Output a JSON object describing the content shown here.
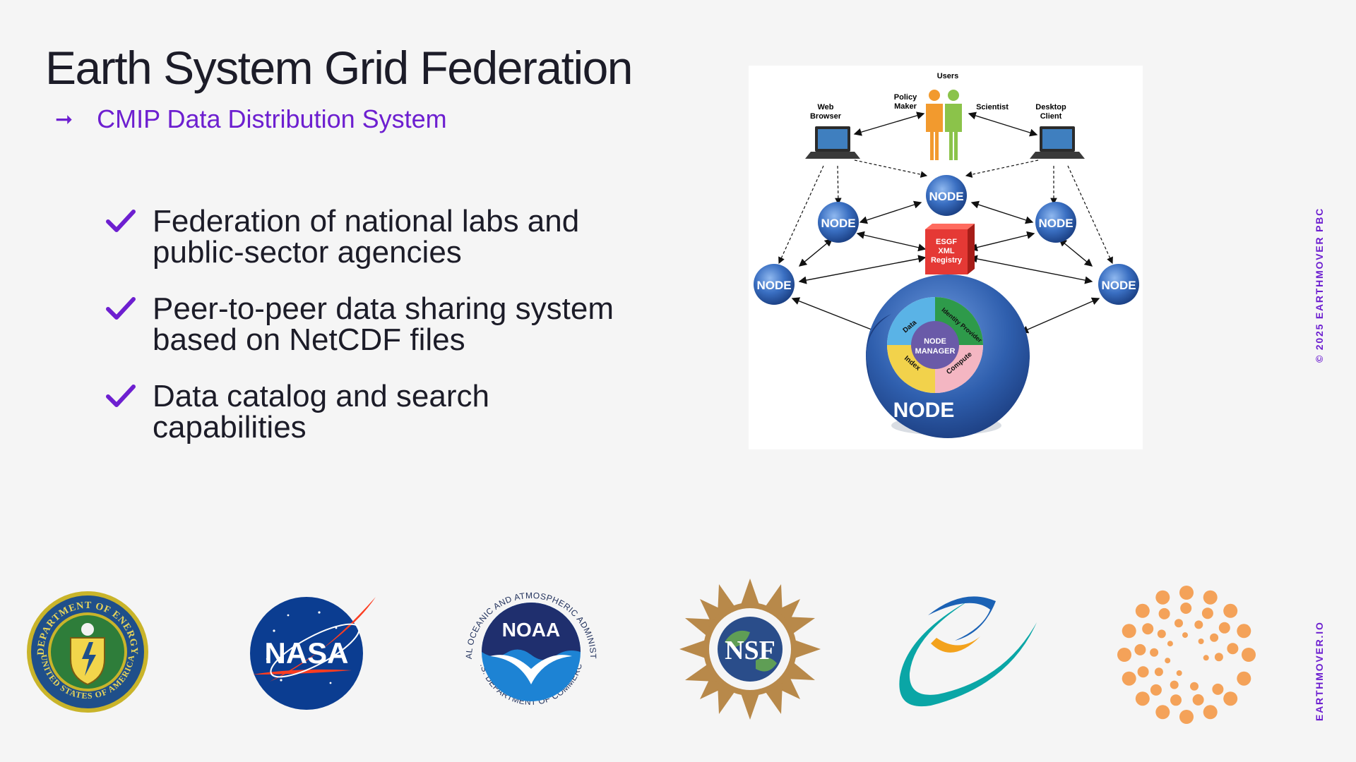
{
  "slide": {
    "title": "Earth System Grid Federation",
    "subtitle": "CMIP Data Distribution System",
    "bullets": [
      {
        "line1": "Federation of national labs and",
        "line2": "public-sector agencies"
      },
      {
        "line1": "Peer-to-peer data sharing system",
        "line2": "based on NetCDF files"
      },
      {
        "line1": "Data catalog and search",
        "line2": "capabilities"
      }
    ],
    "copyright": "© 2025 EARTHMOVER PBC",
    "website": "EARTHMOVER.IO"
  },
  "diagram": {
    "users": "Users",
    "policy_maker_1": "Policy",
    "policy_maker_2": "Maker",
    "scientist": "Scientist",
    "web_browser_1": "Web",
    "web_browser_2": "Browser",
    "desktop_client_1": "Desktop",
    "desktop_client_2": "Client",
    "node": "NODE",
    "registry_1": "ESGF",
    "registry_2": "XML",
    "registry_3": "Registry",
    "node_manager_1": "NODE",
    "node_manager_2": "MANAGER",
    "data": "Data",
    "identity_provider": "Identity Provider",
    "index": "Index",
    "compute": "Compute",
    "big_node": "NODE"
  },
  "logos": {
    "doe_top": "DEPARTMENT OF ENERGY",
    "doe_bottom": "UNITED STATES OF AMERICA",
    "nasa": "NASA",
    "noaa": "NOAA",
    "noaa_ring_top": "NATIONAL OCEANIC AND ATMOSPHERIC ADMINISTRATION",
    "noaa_ring_bottom": "U.S. DEPARTMENT OF COMMERCE",
    "nsf": "NSF"
  },
  "colors": {
    "accent": "#6d1fd0",
    "text": "#1c1c28",
    "background": "#f5f5f5",
    "node_blue": "#2f63b0",
    "registry_red": "#e53935",
    "orange": "#f4a259"
  }
}
